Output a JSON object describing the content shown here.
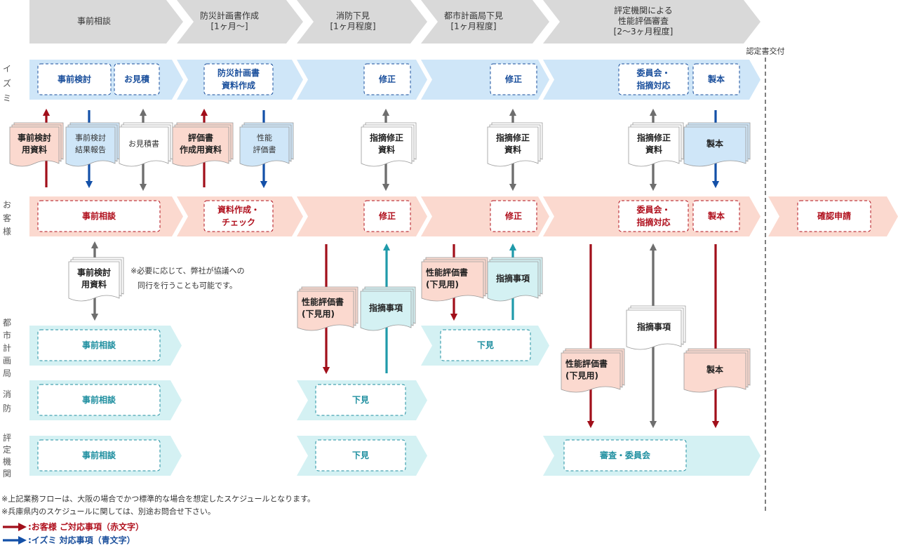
{
  "phases": [
    {
      "id": "p1",
      "lines": [
        "事前相談"
      ]
    },
    {
      "id": "p2",
      "lines": [
        "防災計画書作成",
        "[1ヶ月〜]"
      ]
    },
    {
      "id": "p3",
      "lines": [
        "消防下見",
        "[1ヶ月程度]"
      ]
    },
    {
      "id": "p4",
      "lines": [
        "都市計画局下見",
        "[1ヶ月程度]"
      ]
    },
    {
      "id": "p5",
      "lines": [
        "評定機関による",
        "性能評価審査",
        "[2〜3ヶ月程度]"
      ]
    }
  ],
  "certificate_label": "認定書交付",
  "lanes": [
    {
      "id": "izumi",
      "label": "イズミ"
    },
    {
      "id": "client",
      "label": "お客様"
    },
    {
      "id": "city",
      "label": "都市計画局"
    },
    {
      "id": "fire",
      "label": "消防"
    },
    {
      "id": "agency",
      "label": "評定機関"
    }
  ],
  "boxes": [
    {
      "id": "izumi-1",
      "lines": [
        "事前検討"
      ],
      "color": "blue"
    },
    {
      "id": "izumi-2",
      "lines": [
        "お見積"
      ],
      "color": "blue"
    },
    {
      "id": "izumi-3",
      "lines": [
        "防災計画書",
        "資料作成"
      ],
      "color": "blue"
    },
    {
      "id": "izumi-4",
      "lines": [
        "修正"
      ],
      "color": "blue"
    },
    {
      "id": "izumi-5",
      "lines": [
        "修正"
      ],
      "color": "blue"
    },
    {
      "id": "izumi-6",
      "lines": [
        "委員会・",
        "指摘対応"
      ],
      "color": "blue"
    },
    {
      "id": "izumi-7",
      "lines": [
        "製本"
      ],
      "color": "blue"
    },
    {
      "id": "client-1",
      "lines": [
        "事前相談"
      ],
      "color": "red"
    },
    {
      "id": "client-2",
      "lines": [
        "資料作成・",
        "チェック"
      ],
      "color": "red"
    },
    {
      "id": "client-3",
      "lines": [
        "修正"
      ],
      "color": "red"
    },
    {
      "id": "client-4",
      "lines": [
        "修正"
      ],
      "color": "red"
    },
    {
      "id": "client-5",
      "lines": [
        "委員会・",
        "指摘対応"
      ],
      "color": "red"
    },
    {
      "id": "client-6",
      "lines": [
        "製本"
      ],
      "color": "red"
    },
    {
      "id": "client-7",
      "lines": [
        "確認申請"
      ],
      "color": "red"
    },
    {
      "id": "city-1",
      "lines": [
        "事前相談"
      ],
      "color": "teal"
    },
    {
      "id": "city-2",
      "lines": [
        "下見"
      ],
      "color": "teal"
    },
    {
      "id": "fire-1",
      "lines": [
        "事前相談"
      ],
      "color": "teal"
    },
    {
      "id": "fire-2",
      "lines": [
        "下見"
      ],
      "color": "teal"
    },
    {
      "id": "agency-1",
      "lines": [
        "事前相談"
      ],
      "color": "teal"
    },
    {
      "id": "agency-2",
      "lines": [
        "下見"
      ],
      "color": "teal"
    },
    {
      "id": "agency-3",
      "lines": [
        "審査・委員会"
      ],
      "color": "teal"
    }
  ],
  "documents": [
    {
      "id": "doc-1",
      "lines": [
        "事前検討",
        "用資料"
      ],
      "color": "#fbd9cf"
    },
    {
      "id": "doc-2",
      "lines": [
        "事前検討",
        "結果報告"
      ],
      "color": "#cfe6f8"
    },
    {
      "id": "doc-3",
      "lines": [
        "お見積書"
      ],
      "color": "#ffffff"
    },
    {
      "id": "doc-4",
      "lines": [
        "評価書",
        "作成用資料"
      ],
      "color": "#fbd9cf"
    },
    {
      "id": "doc-5",
      "lines": [
        "性能",
        "評価書"
      ],
      "color": "#cfe6f8"
    },
    {
      "id": "doc-6",
      "lines": [
        "指摘修正",
        "資料"
      ],
      "color": "#ffffff"
    },
    {
      "id": "doc-7",
      "lines": [
        "指摘修正",
        "資料"
      ],
      "color": "#ffffff"
    },
    {
      "id": "doc-8",
      "lines": [
        "指摘修正",
        "資料"
      ],
      "color": "#ffffff"
    },
    {
      "id": "doc-9",
      "lines": [
        "製本"
      ],
      "color": "#cfe6f8"
    },
    {
      "id": "doc-10",
      "lines": [
        "事前検討",
        "用資料"
      ],
      "color": "#ffffff"
    },
    {
      "id": "doc-11",
      "lines": [
        "性能評価書",
        "(下見用)"
      ],
      "color": "#fbd9cf"
    },
    {
      "id": "doc-12",
      "lines": [
        "指摘事項"
      ],
      "color": "#d4f1f3"
    },
    {
      "id": "doc-13",
      "lines": [
        "性能評価書",
        "(下見用)"
      ],
      "color": "#fbd9cf"
    },
    {
      "id": "doc-14",
      "lines": [
        "指摘事項"
      ],
      "color": "#d4f1f3"
    },
    {
      "id": "doc-15",
      "lines": [
        "指摘事項"
      ],
      "color": "#ffffff"
    },
    {
      "id": "doc-16",
      "lines": [
        "性能評価書",
        "(下見用)"
      ],
      "color": "#fbd9cf"
    },
    {
      "id": "doc-17",
      "lines": [
        "製本"
      ],
      "color": "#fbd9cf"
    }
  ],
  "side_note": [
    "※必要に応じて、弊社が協議への",
    "同行を行うことも可能です。"
  ],
  "footnotes": [
    "※上記業務フローは、大阪の場合でかつ標準的な場合を想定したスケジュールとなります。",
    "※兵庫県内のスケジュールに関しては、別途お問合せ下さい。"
  ],
  "legend": [
    {
      "label": ":お客様 ご対応事項（赤文字）",
      "color": "#a10f1a"
    },
    {
      "label": ":イズミ 対応事項（青文字）",
      "color": "#1350a8"
    }
  ],
  "colors": {
    "header": "#d9d9d9",
    "izumi_band": "#cfe6f8",
    "client_band": "#fbd9cf",
    "lower_band": "#d4f1f3",
    "arrow_red": "#a10f1a",
    "arrow_blue": "#1350a8",
    "arrow_gray": "#6e6e6e",
    "arrow_teal": "#1f9aaa"
  }
}
